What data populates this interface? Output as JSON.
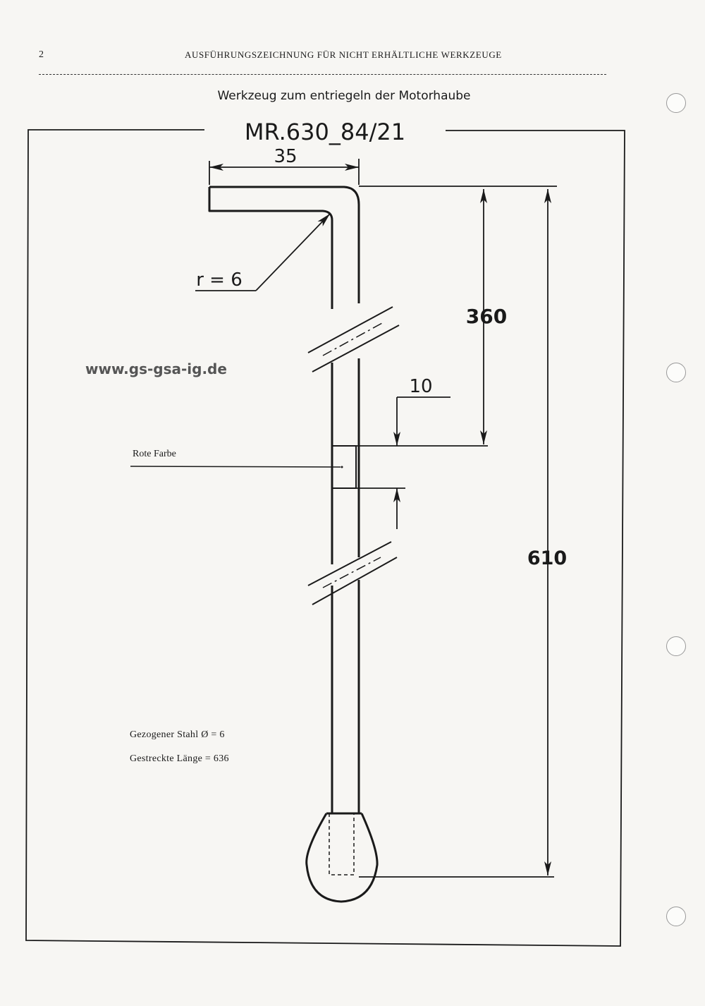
{
  "header": {
    "page_number": "2",
    "title": "AUSFÜHRUNGSZEICHNUNG FÜR NICHT ERHÄLTLICHE WERKZEUGE"
  },
  "subtitle": "Werkzeug zum entriegeln der Motorhaube",
  "drawing": {
    "part_number": "MR.630_84/21",
    "dim_hook_width": "35",
    "dim_radius": "r = 6",
    "dim_to_mark": "360",
    "dim_mark_width": "10",
    "dim_total_length": "610",
    "label_paint": "Rote Farbe",
    "material_note": "Gezogener Stahl Ø = 6",
    "length_note": "Gestreckte Länge = 636"
  },
  "watermark": "www.gs-gsa-ig.de",
  "colors": {
    "ink": "#1a1a1a",
    "paper": "#f7f6f3",
    "watermark": "#555555"
  }
}
